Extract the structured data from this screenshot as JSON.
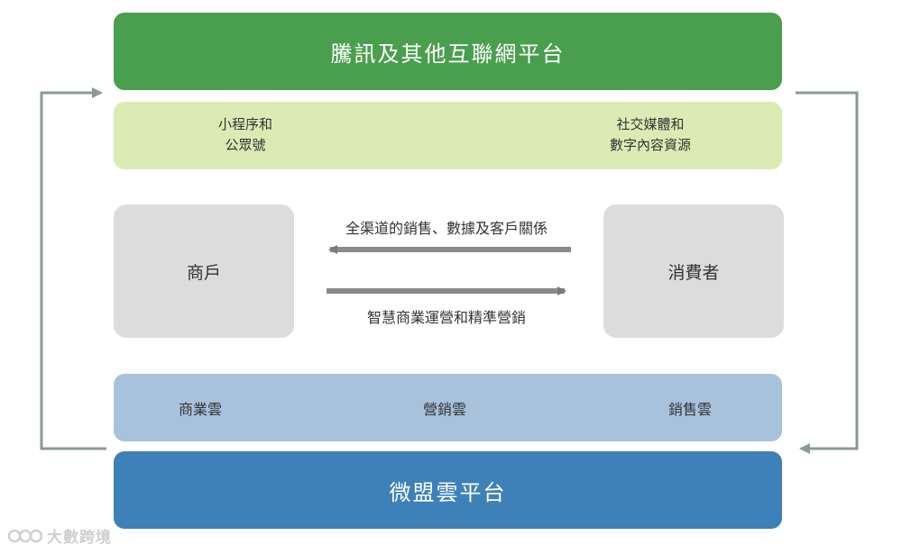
{
  "top_platform": {
    "label": "騰訊及其他互聯網平台",
    "color": "#4a9f4e"
  },
  "channels": {
    "left": [
      "小程序和",
      "公眾號"
    ],
    "right": [
      "社交媒體和",
      "數字內容資源"
    ],
    "color": "#dcebb4"
  },
  "merchant": {
    "label": "商戶"
  },
  "consumer": {
    "label": "消費者"
  },
  "flows": {
    "to_merchant": "全渠道的銷售、數據及客戶關係",
    "to_consumer": "智慧商業運營和精準營銷"
  },
  "clouds": {
    "items": [
      "商業雲",
      "營銷雲",
      "銷售雲"
    ],
    "color": "#a9c2dc"
  },
  "bottom_platform": {
    "label": "微盟雲平台",
    "color": "#3d81b8"
  },
  "watermark": {
    "text": "大數跨境"
  }
}
